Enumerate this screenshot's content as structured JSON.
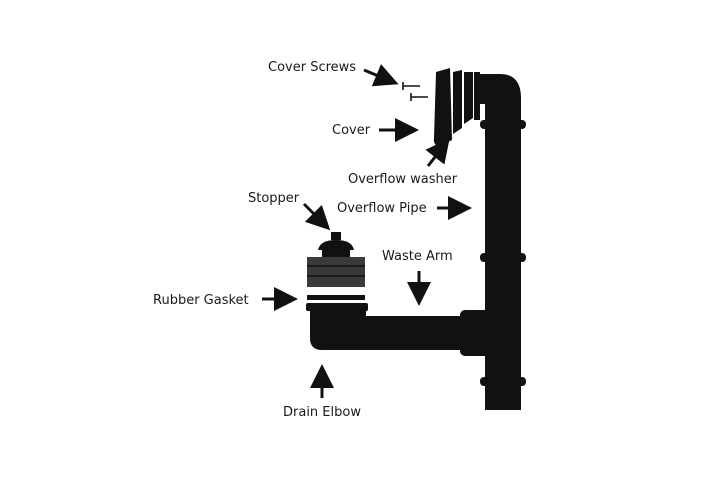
{
  "labels": {
    "cover_screws": "Cover Screws",
    "cover": "Cover",
    "overflow_washer": "Overflow washer",
    "stopper": "Stopper",
    "overflow_pipe": "Overflow Pipe",
    "waste_arm": "Waste Arm",
    "rubber_gasket": "Rubber Gasket",
    "drain_elbow": "Drain Elbow"
  },
  "colors": {
    "background": "#ffffff",
    "pipe": "#111111",
    "ink": "#1a1a1a",
    "stopper_base": "#3a3a3a"
  }
}
